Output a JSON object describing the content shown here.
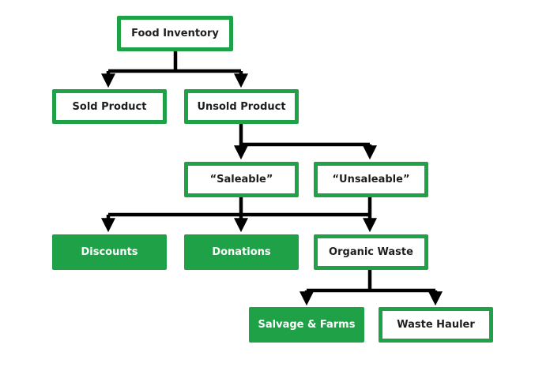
{
  "diagram": {
    "colors": {
      "accent": "#1fa247",
      "line": "#000000",
      "text": "#1e1e1e",
      "filled_text": "#ffffff"
    },
    "nodes": {
      "food_inventory": "Food Inventory",
      "sold_product": "Sold Product",
      "unsold_product": "Unsold Product",
      "saleable": "“Saleable”",
      "unsaleable": "“Unsaleable”",
      "discounts": "Discounts",
      "donations": "Donations",
      "organic_waste": "Organic Waste",
      "salvage_farms": "Salvage & Farms",
      "waste_hauler": "Waste Hauler"
    }
  }
}
